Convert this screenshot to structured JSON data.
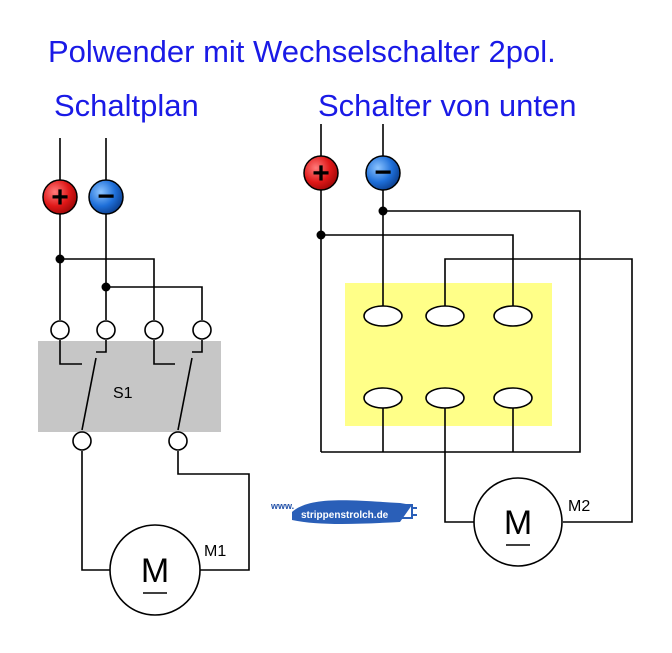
{
  "header": {
    "title": "Polwender mit Wechselschalter 2pol.",
    "left_heading": "Schaltplan",
    "right_heading": "Schalter von unten"
  },
  "left_diagram": {
    "switch_label": "S1",
    "motor_label": "M1",
    "motor_symbol": "M",
    "plus_terminal": "+",
    "minus_terminal": "−"
  },
  "right_diagram": {
    "motor_label": "M2",
    "motor_symbol": "M",
    "plus_terminal": "+",
    "minus_terminal": "−"
  },
  "watermark": {
    "prefix": "www.",
    "text": "strippenstrolch.de"
  },
  "colors": {
    "title": "#1a1ae6",
    "plus_terminal": "#e01818",
    "minus_terminal": "#1e6fd9",
    "switch_box": "#c6c6c6",
    "switch_underside": "#ffff88"
  }
}
